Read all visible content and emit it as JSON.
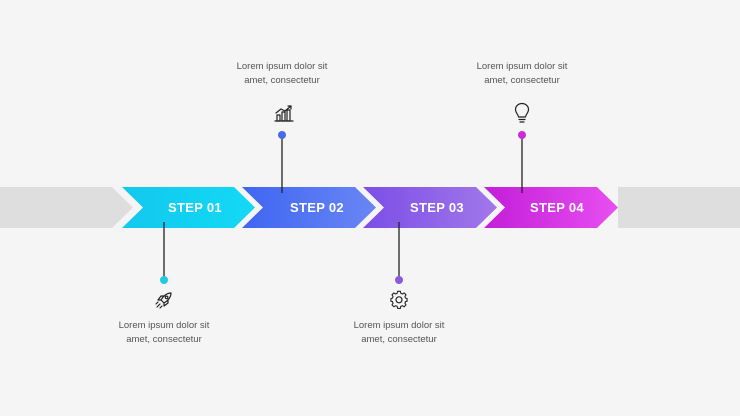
{
  "steps": [
    {
      "label": "STEP 01",
      "line1": "Lorem ipsum dolor sit",
      "line2": "amet, consectetur",
      "icon": "rocket-icon",
      "position": "below",
      "color_start": "#12c8ee",
      "color_end": "#13d9f5",
      "dot": "#22c9e0"
    },
    {
      "label": "STEP 02",
      "line1": "Lorem ipsum dolor sit",
      "line2": "amet, consectetur",
      "icon": "growth-chart-icon",
      "position": "above",
      "color_start": "#3f66f2",
      "color_end": "#6a86f5",
      "dot": "#4a6ae6"
    },
    {
      "label": "STEP 03",
      "line1": "Lorem ipsum dolor sit",
      "line2": "amet, consectetur",
      "icon": "gear-icon",
      "position": "below",
      "color_start": "#7b4fe6",
      "color_end": "#a277ea",
      "dot": "#8a5ae0"
    },
    {
      "label": "STEP 04",
      "line1": "Lorem ipsum dolor sit",
      "line2": "amet, consectetur",
      "icon": "lightbulb-icon",
      "position": "above",
      "color_start": "#c21ed9",
      "color_end": "#e84ff0",
      "dot": "#cc2bd9"
    }
  ]
}
